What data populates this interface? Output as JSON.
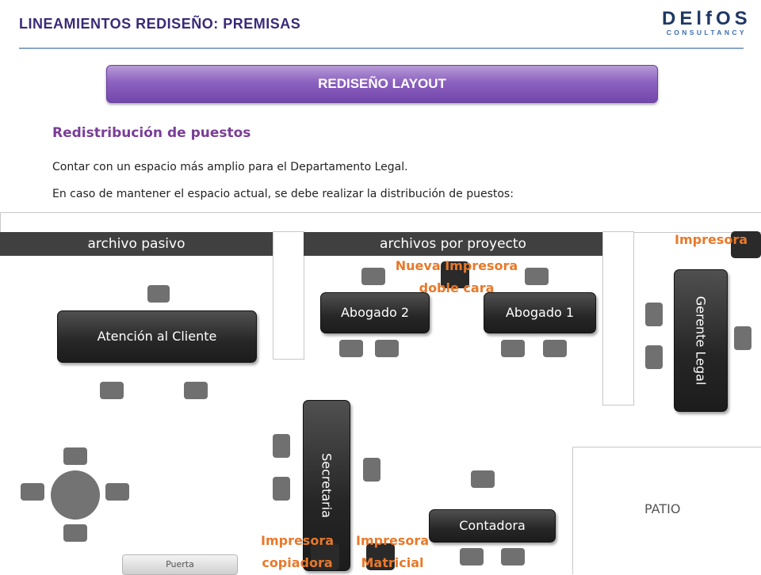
{
  "header": {
    "title": "LINEAMIENTOS REDISEÑO: PREMISAS",
    "logo_main": "DElfOS",
    "logo_sub": "CONSULTANCY"
  },
  "banner": {
    "label": "REDISEÑO LAYOUT"
  },
  "section": {
    "heading": "Redistribución de puestos",
    "line1": "Contar con un espacio más amplio para el Departamento Legal.",
    "line2": "En caso de mantener el espacio actual, se debe realizar la distribución de puestos:"
  },
  "floorplan": {
    "archivo_pasivo": "archivo pasivo",
    "archivos_proyecto": "archivos por proyecto",
    "desks": {
      "atencion": "Atención al Cliente",
      "abogado2": "Abogado  2",
      "abogado1": "Abogado  1",
      "gerente": "Gerente  Legal",
      "secretaria": "Secretaria",
      "contadora": "Contadora"
    },
    "printers": {
      "impresora": "Impresora",
      "nueva_line1": "Nueva Impresora",
      "nueva_line2": "doble cara",
      "copiadora_line1": "Impresora",
      "copiadora_line2": "copiadora",
      "matricial_line1": "Impresora",
      "matricial_line2": "Matricial"
    },
    "patio": "PATIO",
    "door": "Puerta"
  },
  "colors": {
    "title": "#3a2a78",
    "banner": "#8c62c0",
    "heading": "#7a3d96",
    "printer_label": "#e8792a",
    "desk": "#262626"
  }
}
